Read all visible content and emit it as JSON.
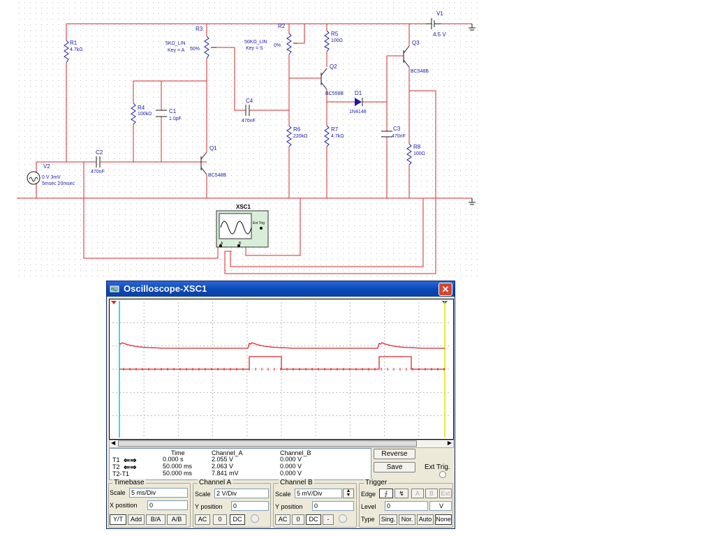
{
  "schematic": {
    "labels": {
      "r1": "R1",
      "r1_val": "4.7kΩ",
      "r2": "R2",
      "r2_val": "50KΩ_LIN",
      "r2_key": "Key = S",
      "r2_pct": "0%",
      "r3": "R3",
      "r3_val": "5KΩ_LIN",
      "r3_key": "Key = A",
      "r3_pct": "50%",
      "r4": "R4",
      "r4_val": "100kΩ",
      "r5": "R5",
      "r5_val": "100Ω",
      "r6": "R6",
      "r6_val": "220kΩ",
      "r7": "R7",
      "r7_val": "4.7kΩ",
      "r8": "R8",
      "r8_val": "100Ω",
      "c1": "C1",
      "c1_val": "1.0pF",
      "c2": "C2",
      "c2_val": "470nF",
      "c3": "C3",
      "c3_val": "470nF",
      "c4": "C4",
      "c4_val": "470nF",
      "d1": "D1",
      "d1_val": "1N4148",
      "q1": "Q1",
      "q1_val": "BC548B",
      "q2": "Q2",
      "q2_val": "BC558B",
      "q3": "Q3",
      "q3_val": "BC548B",
      "v1": "V1",
      "v1_val": "4.5 V",
      "v2": "V2",
      "v2_val": "0 V 3mV",
      "v2_time": "5msec 20msec",
      "xsc": "XSC1",
      "ext_trig": "Ext Trig",
      "ch_a": "A",
      "ch_b": "B"
    }
  },
  "scope": {
    "title": "Oscilloscope-XSC1",
    "readout": {
      "headers": [
        "Time",
        "Channel_A",
        "Channel_B"
      ],
      "rows": [
        {
          "label": "T1",
          "time": "0.000 s",
          "a": "2.055 V",
          "b": "0.000 V"
        },
        {
          "label": "T2",
          "time": "50.000 ms",
          "a": "2.063 V",
          "b": "0.000 V"
        },
        {
          "label": "T2-T1",
          "time": "50.000 ms",
          "a": "7.841 mV",
          "b": "0.000 V"
        }
      ]
    },
    "buttons": {
      "reverse": "Reverse",
      "save": "Save",
      "ext_trig": "Ext Trig."
    },
    "timebase": {
      "title": "Timebase",
      "scale_label": "Scale",
      "scale": "5 ms/Div",
      "xpos_label": "X position",
      "xpos": "0",
      "modes": [
        "Y/T",
        "Add",
        "B/A",
        "A/B"
      ]
    },
    "channel_a": {
      "title": "Channel A",
      "scale_label": "Scale",
      "scale": "2  V/Div",
      "ypos_label": "Y position",
      "ypos": "0",
      "coupling": [
        "AC",
        "0",
        "DC"
      ]
    },
    "channel_b": {
      "title": "Channel B",
      "scale_label": "Scale",
      "scale": "5 mV/Div",
      "ypos_label": "Y position",
      "ypos": "0",
      "coupling": [
        "AC",
        "0",
        "DC",
        "-"
      ]
    },
    "trigger": {
      "title": "Trigger",
      "edge_label": "Edge",
      "edge_sources": [
        "A",
        "B",
        "Ext"
      ],
      "level_label": "Level",
      "level": "0",
      "level_unit": "V",
      "type_label": "Type",
      "types": [
        "Sing.",
        "Nor.",
        "Auto",
        "None"
      ]
    },
    "colors": {
      "trace_a": "#d42a2a",
      "trace_b": "#d42a2a",
      "cursor1": "#00c8e0",
      "cursor2": "#e0e000"
    }
  }
}
